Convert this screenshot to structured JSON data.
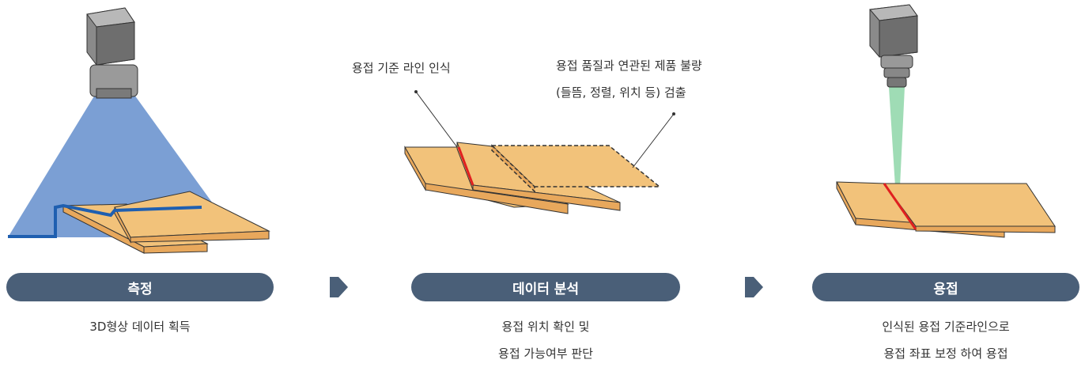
{
  "steps": [
    {
      "title": "측정",
      "desc": [
        "3D형상 데이터 획득"
      ]
    },
    {
      "title": "데이터 분석",
      "desc": [
        "용접 위치 확인 및",
        "용접 가능여부 판단"
      ]
    },
    {
      "title": "용접",
      "desc": [
        "인식된 용접 기준라인으로",
        "용접 좌표 보정 하여 용접"
      ]
    }
  ],
  "annotations": {
    "reference_line": "용접 기준 라인 인식",
    "defect_line1": "용접 품질과 연관된 제품 불량",
    "defect_line2": "(들뜸, 정렬, 위치 등) 검출"
  },
  "colors": {
    "pill": "#4a5f78",
    "plate": "#f2c27a",
    "plate_side": "#e8a85c",
    "scan_beam": "#7b9fd4",
    "profile_line": "#1f5fb0",
    "weld_line": "#e02020",
    "laser_beam": "#9fdcb5"
  }
}
